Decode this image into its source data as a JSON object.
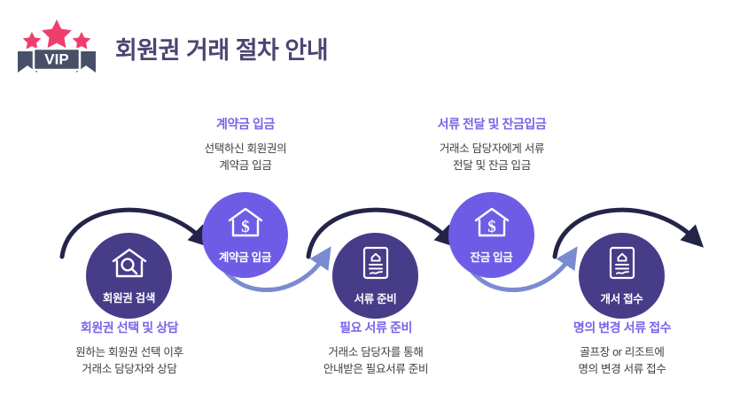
{
  "header": {
    "title": "회원권 거래 절차 안내",
    "logo": {
      "name": "vip-badge-logo",
      "text": "VIP",
      "star_color": "#ef3e6d",
      "ribbon_color": "#475066"
    }
  },
  "theme": {
    "background": "#ffffff",
    "title_color": "#4a4572",
    "node_dark": "#463c88",
    "node_light": "#6f5ce6",
    "heading_color": "#7b62e8",
    "body_color": "#3e3e46",
    "arrow_dark": "#232447",
    "arrow_light": "#7b8bd1"
  },
  "steps": [
    {
      "node_label": "회원권 검색",
      "icon": "house-search-icon",
      "tone": "dark",
      "position": "below",
      "heading": "회원권 선택 및 상담",
      "body_lines": [
        "원하는 회원권 선택 이후",
        "거래소 담당자와 상담"
      ]
    },
    {
      "node_label": "계약금 입금",
      "icon": "house-dollar-icon",
      "tone": "light",
      "position": "above",
      "heading": "계약금 입금",
      "body_lines": [
        "선택하신 회원권의",
        "계약금 입금"
      ]
    },
    {
      "node_label": "서류 준비",
      "icon": "document-sign-icon",
      "tone": "dark",
      "position": "below",
      "heading": "필요 서류 준비",
      "body_lines": [
        "거래소 담당자를 통해",
        "안내받은 필요서류 준비"
      ]
    },
    {
      "node_label": "잔금  입금",
      "icon": "house-dollar-icon",
      "tone": "light",
      "position": "above",
      "heading": "서류 전달 및 잔금입금",
      "body_lines": [
        "거래소 담당자에게 서류",
        "전달 및 잔금 입금"
      ]
    },
    {
      "node_label": "개서 접수",
      "icon": "document-sign-icon",
      "tone": "dark",
      "position": "below",
      "heading": "명의 변경 서류 접수",
      "body_lines": [
        "골프장 or 리조트에",
        "명의 변경 서류 접수"
      ]
    }
  ],
  "connectors": [
    {
      "name": "arrow-step1-to-step2",
      "style": "over-dark"
    },
    {
      "name": "arrow-step2-to-step3",
      "style": "under-light"
    },
    {
      "name": "arrow-step3-to-step4",
      "style": "over-dark"
    },
    {
      "name": "arrow-step4-to-step5",
      "style": "under-light"
    },
    {
      "name": "arrow-step5-out",
      "style": "over-dark"
    }
  ]
}
